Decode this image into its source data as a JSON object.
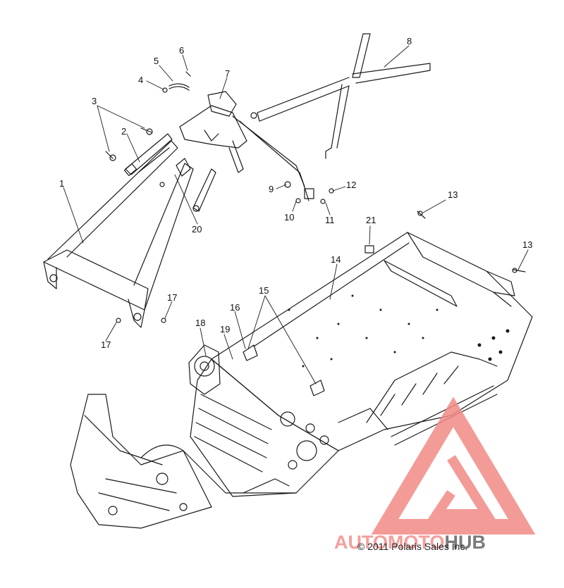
{
  "diagram": {
    "callouts": [
      "1",
      "2",
      "3",
      "4",
      "5",
      "6",
      "7",
      "8",
      "9",
      "10",
      "11",
      "12",
      "13",
      "13",
      "14",
      "15",
      "16",
      "17",
      "17",
      "18",
      "19",
      "20",
      "21"
    ]
  },
  "footer": {
    "copyright": "© 2011 Polaris Sales Inc."
  },
  "watermark": {
    "brand_part1": "AUTOMOTO",
    "brand_part2": "HUB",
    "color_primary": "#f28a85",
    "color_secondary": "#7a7a7a"
  }
}
